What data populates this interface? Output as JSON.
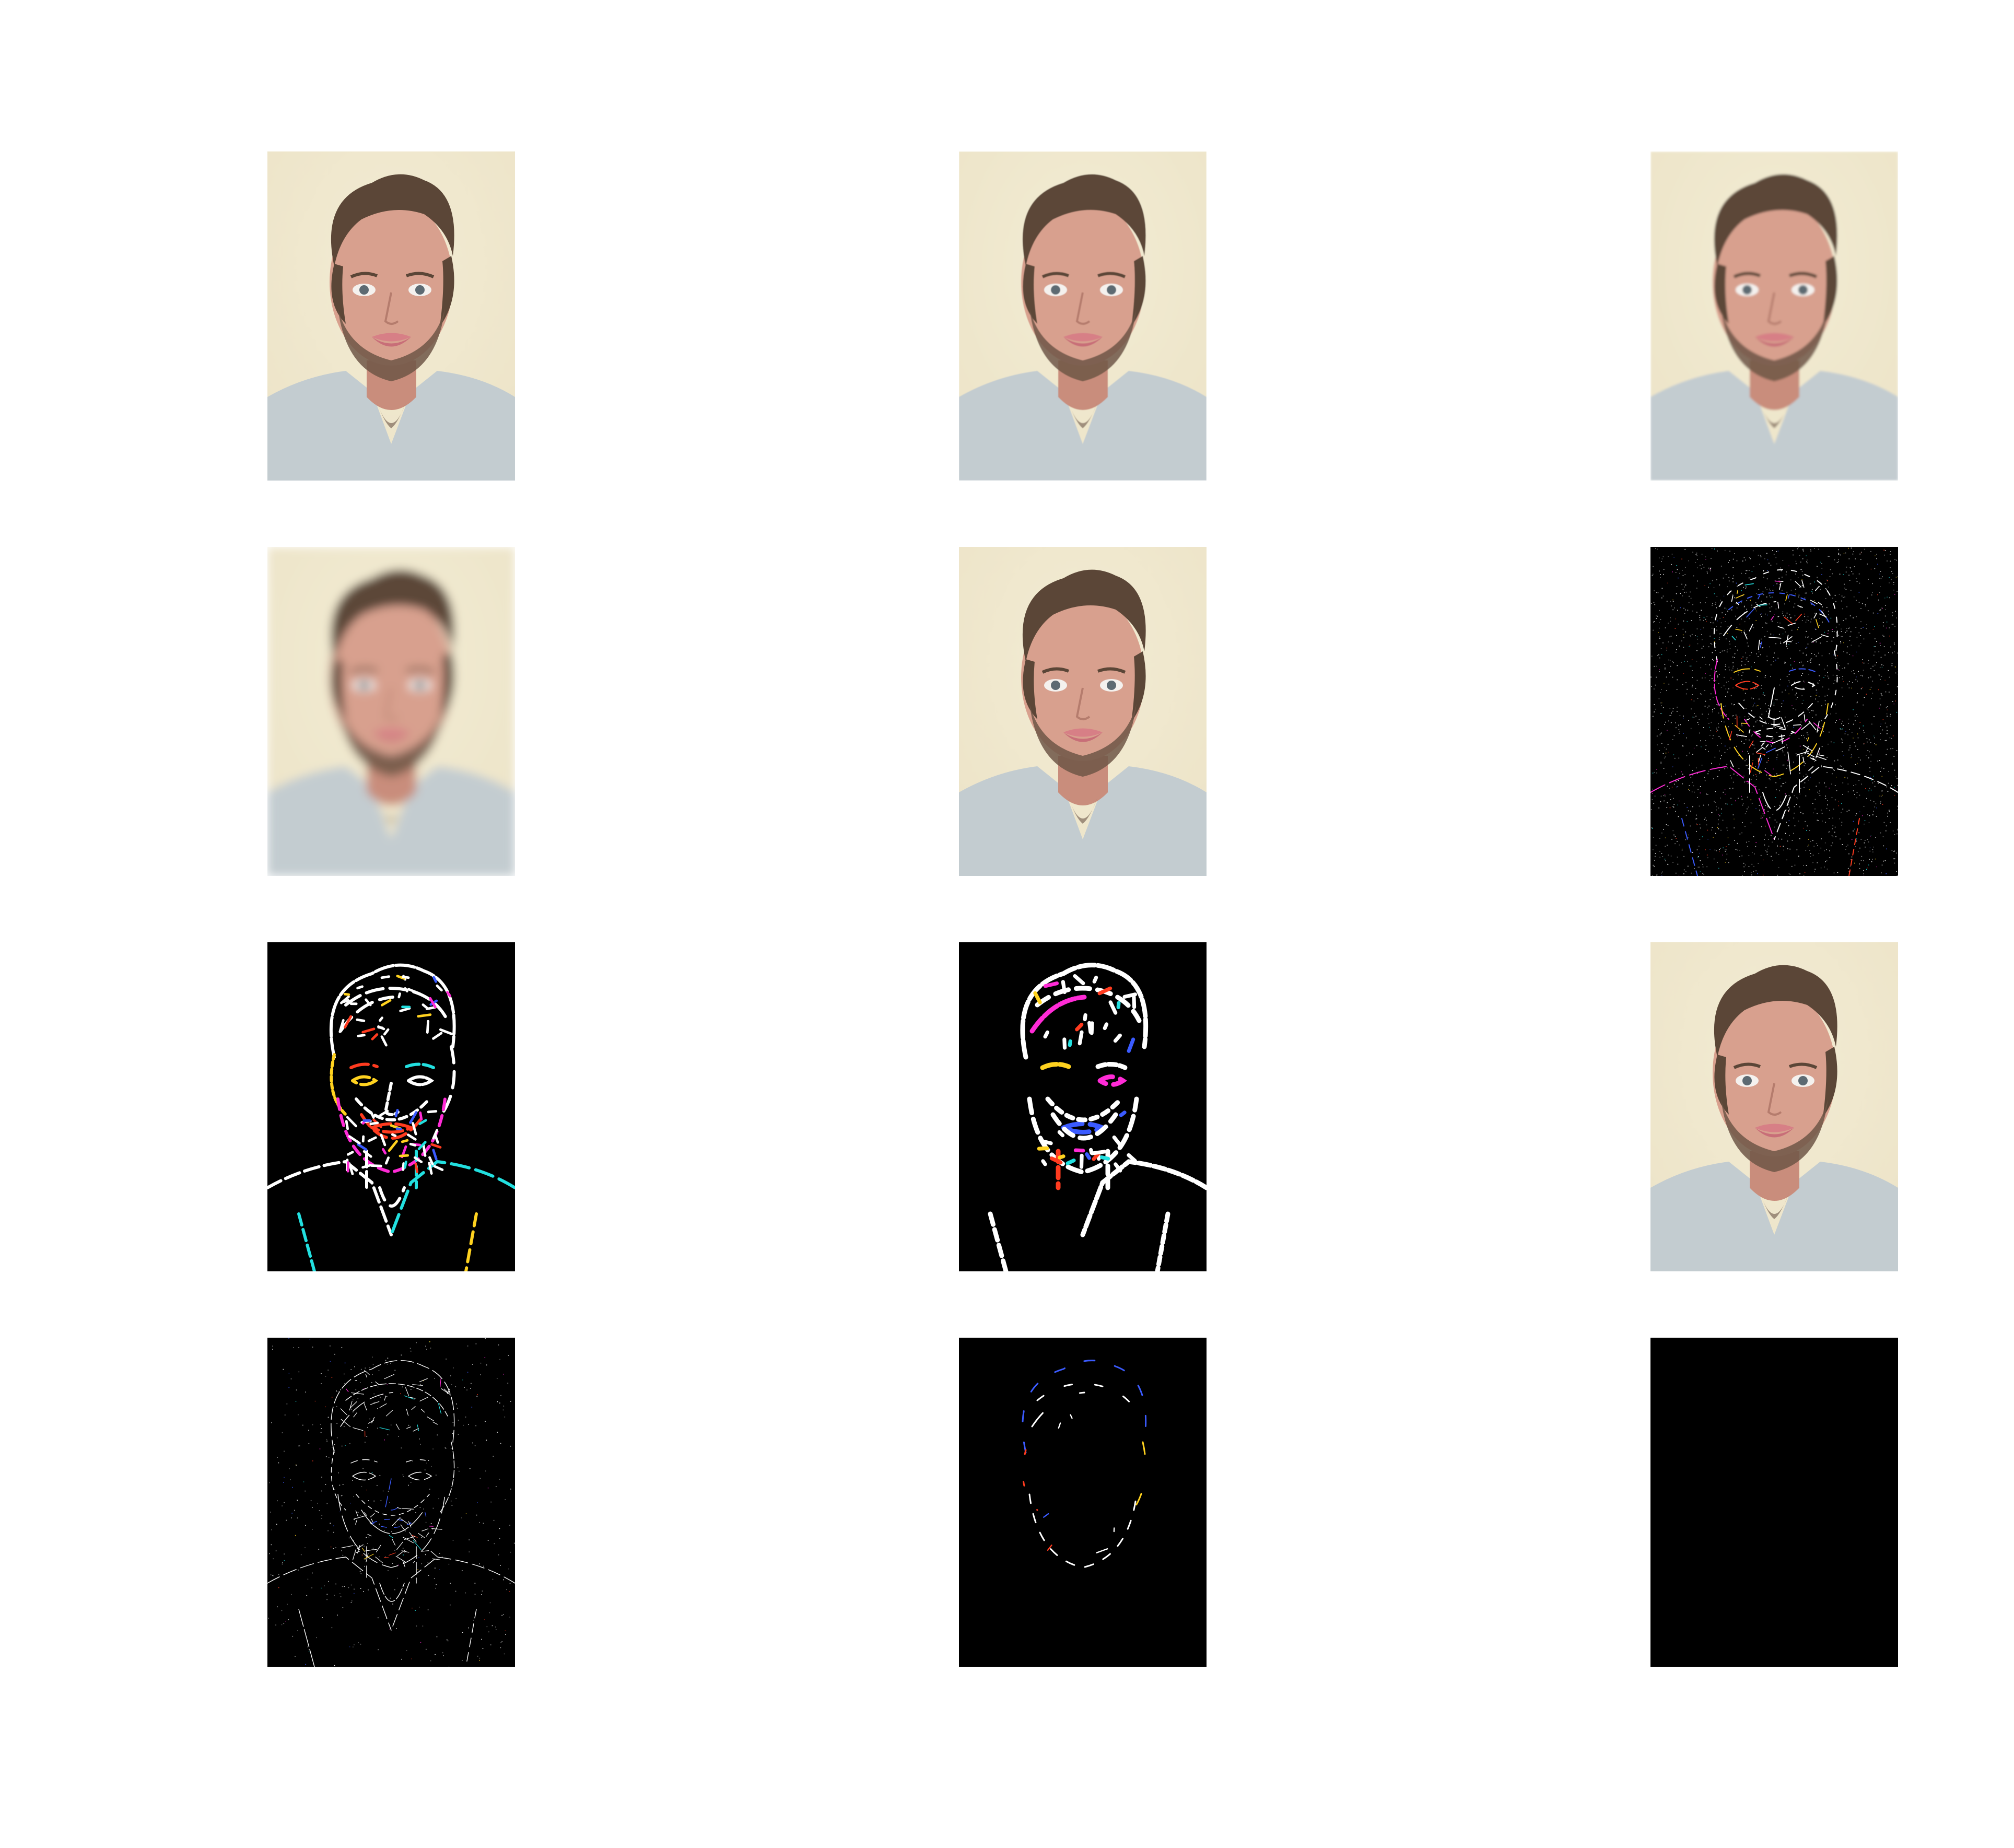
{
  "figure": {
    "background": "#ffffff",
    "rows": 4,
    "columns": 3,
    "panels": [
      {
        "id": "p1",
        "kind": "photo",
        "blur": 0
      },
      {
        "id": "p2",
        "kind": "photo",
        "blur": 0.8
      },
      {
        "id": "p3",
        "kind": "photo",
        "blur": 2
      },
      {
        "id": "p4",
        "kind": "photo",
        "blur": 9
      },
      {
        "id": "p5",
        "kind": "photo",
        "blur": 0
      },
      {
        "id": "p6",
        "kind": "edges",
        "style": "dense-noisy"
      },
      {
        "id": "p7",
        "kind": "edges",
        "style": "thick-color"
      },
      {
        "id": "p8",
        "kind": "edges",
        "style": "thicker-sparse"
      },
      {
        "id": "p9",
        "kind": "photo",
        "blur": 0
      },
      {
        "id": "p10",
        "kind": "edges",
        "style": "fine-thin"
      },
      {
        "id": "p11",
        "kind": "edges",
        "style": "very-sparse"
      },
      {
        "id": "p12",
        "kind": "blank",
        "fill": "#000000"
      }
    ],
    "colors": {
      "wall": "#ece3c7",
      "skin": "#d8a08e",
      "hair": "#5b4637",
      "shirt": "#c3ccd0",
      "beard": "#6e5646",
      "lips": "#d77f86",
      "edge_background": "#000000",
      "edge_line": "#ffffff"
    }
  }
}
